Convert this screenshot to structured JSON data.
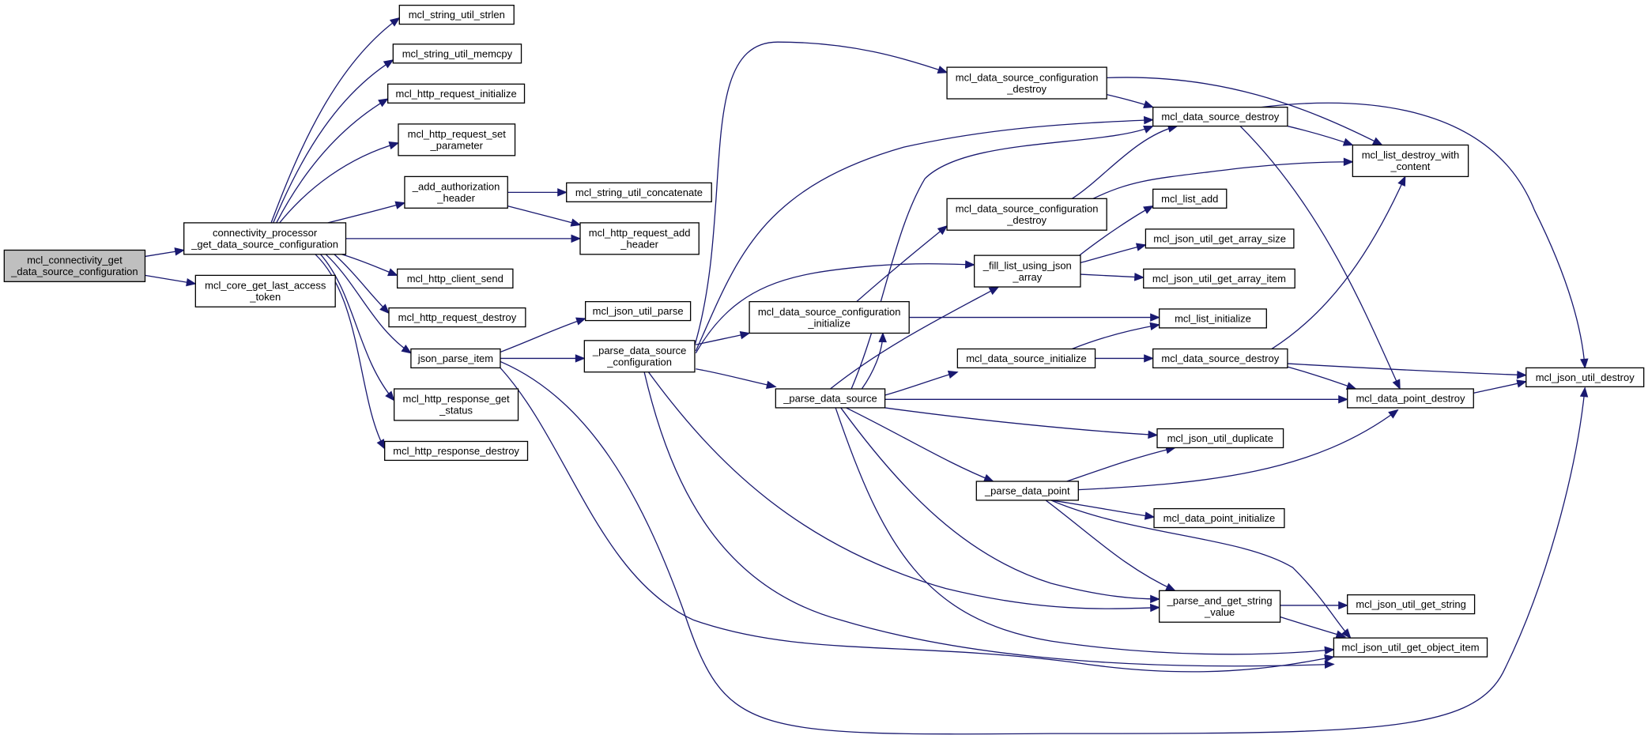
{
  "diagram": {
    "type": "call-graph",
    "colors": {
      "edge": "#191970",
      "root_fill": "#bfbfbf",
      "node_fill": "#ffffff",
      "node_border": "#000000"
    },
    "nodes": [
      {
        "id": "root",
        "lines": [
          "mcl_connectivity_get",
          "_data_source_configuration"
        ]
      },
      {
        "id": "cp",
        "lines": [
          "connectivity_processor",
          "_get_data_source_configuration"
        ]
      },
      {
        "id": "core_tok",
        "lines": [
          "mcl_core_get_last_access",
          "_token"
        ]
      },
      {
        "id": "strlen",
        "lines": [
          "mcl_string_util_strlen"
        ]
      },
      {
        "id": "memcpy",
        "lines": [
          "mcl_string_util_memcpy"
        ]
      },
      {
        "id": "req_init",
        "lines": [
          "mcl_http_request_initialize"
        ]
      },
      {
        "id": "req_set",
        "lines": [
          "mcl_http_request_set",
          "_parameter"
        ]
      },
      {
        "id": "auth_hdr",
        "lines": [
          "_add_authorization",
          "_header"
        ]
      },
      {
        "id": "concat",
        "lines": [
          "mcl_string_util_concatenate"
        ]
      },
      {
        "id": "add_hdr",
        "lines": [
          "mcl_http_request_add",
          "_header"
        ]
      },
      {
        "id": "client_send",
        "lines": [
          "mcl_http_client_send"
        ]
      },
      {
        "id": "req_destroy",
        "lines": [
          "mcl_http_request_destroy"
        ]
      },
      {
        "id": "json_parse_item",
        "lines": [
          "json_parse_item"
        ]
      },
      {
        "id": "resp_status",
        "lines": [
          "mcl_http_response_get",
          "_status"
        ]
      },
      {
        "id": "resp_destroy",
        "lines": [
          "mcl_http_response_destroy"
        ]
      },
      {
        "id": "json_parse",
        "lines": [
          "mcl_json_util_parse"
        ]
      },
      {
        "id": "pdsc",
        "lines": [
          "_parse_data_source",
          "_configuration"
        ]
      },
      {
        "id": "dsc_destroy_top",
        "lines": [
          "mcl_data_source_configuration",
          "_destroy"
        ]
      },
      {
        "id": "ds_destroy_top",
        "lines": [
          "mcl_data_source_destroy"
        ]
      },
      {
        "id": "list_destroy",
        "lines": [
          "mcl_list_destroy_with",
          "_content"
        ]
      },
      {
        "id": "dsc_destroy_mid",
        "lines": [
          "mcl_data_source_configuration",
          "_destroy"
        ]
      },
      {
        "id": "list_add",
        "lines": [
          "mcl_list_add"
        ]
      },
      {
        "id": "fill_list",
        "lines": [
          "_fill_list_using_json",
          "_array"
        ]
      },
      {
        "id": "arr_size",
        "lines": [
          "mcl_json_util_get_array_size"
        ]
      },
      {
        "id": "arr_item",
        "lines": [
          "mcl_json_util_get_array_item"
        ]
      },
      {
        "id": "dsc_init",
        "lines": [
          "mcl_data_source_configuration",
          "_initialize"
        ]
      },
      {
        "id": "list_init",
        "lines": [
          "mcl_list_initialize"
        ]
      },
      {
        "id": "pds",
        "lines": [
          "_parse_data_source"
        ]
      },
      {
        "id": "ds_init",
        "lines": [
          "mcl_data_source_initialize"
        ]
      },
      {
        "id": "ds_destroy_mid",
        "lines": [
          "mcl_data_source_destroy"
        ]
      },
      {
        "id": "json_destroy",
        "lines": [
          "mcl_json_util_destroy"
        ]
      },
      {
        "id": "dp_destroy",
        "lines": [
          "mcl_data_point_destroy"
        ]
      },
      {
        "id": "dup",
        "lines": [
          "mcl_json_util_duplicate"
        ]
      },
      {
        "id": "pdp",
        "lines": [
          "_parse_data_point"
        ]
      },
      {
        "id": "dp_init",
        "lines": [
          "mcl_data_point_initialize"
        ]
      },
      {
        "id": "pags",
        "lines": [
          "_parse_and_get_string",
          "_value"
        ]
      },
      {
        "id": "get_string",
        "lines": [
          "mcl_json_util_get_string"
        ]
      },
      {
        "id": "get_obj",
        "lines": [
          "mcl_json_util_get_object_item"
        ]
      }
    ]
  }
}
